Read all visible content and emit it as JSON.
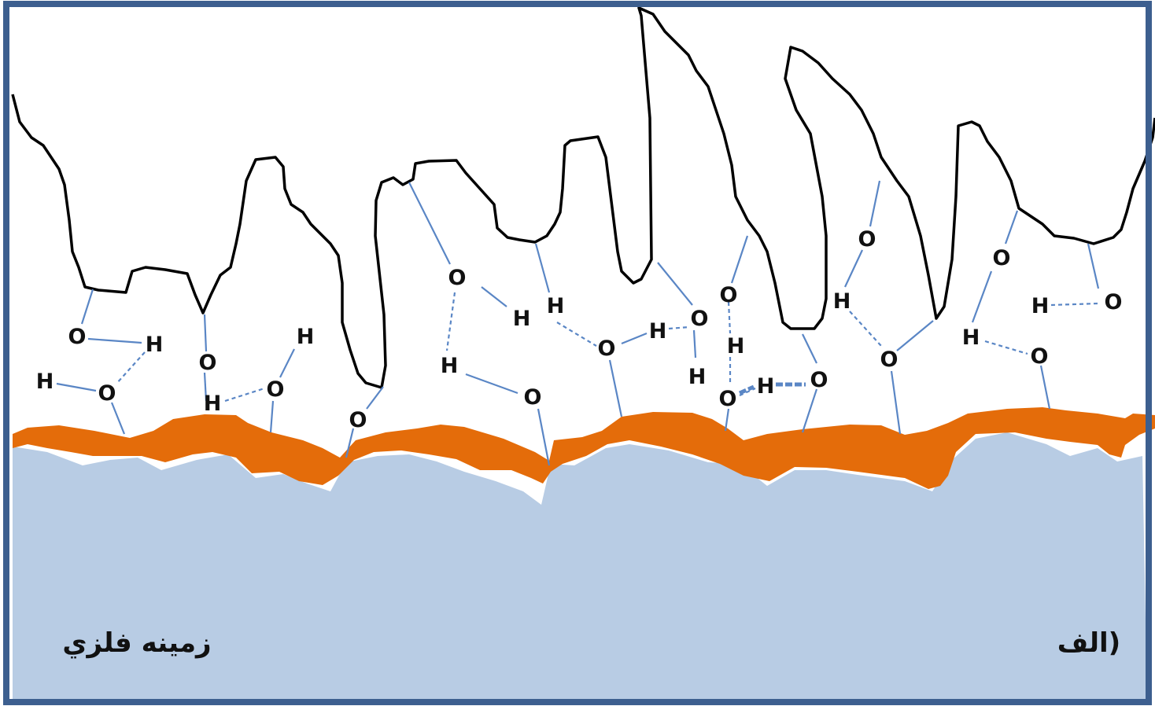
{
  "labels": {
    "substrate": "زمينه فلزي",
    "panel": "(الف"
  },
  "atom_symbols": {
    "oxygen": "O",
    "hydrogen": "H"
  },
  "colors": {
    "frame": "#3d5f8f",
    "metal": "#b8cce4",
    "oxide_layer": "#e46c0a",
    "bond": "#5a86c5",
    "adhesive_outline": "#000000"
  }
}
